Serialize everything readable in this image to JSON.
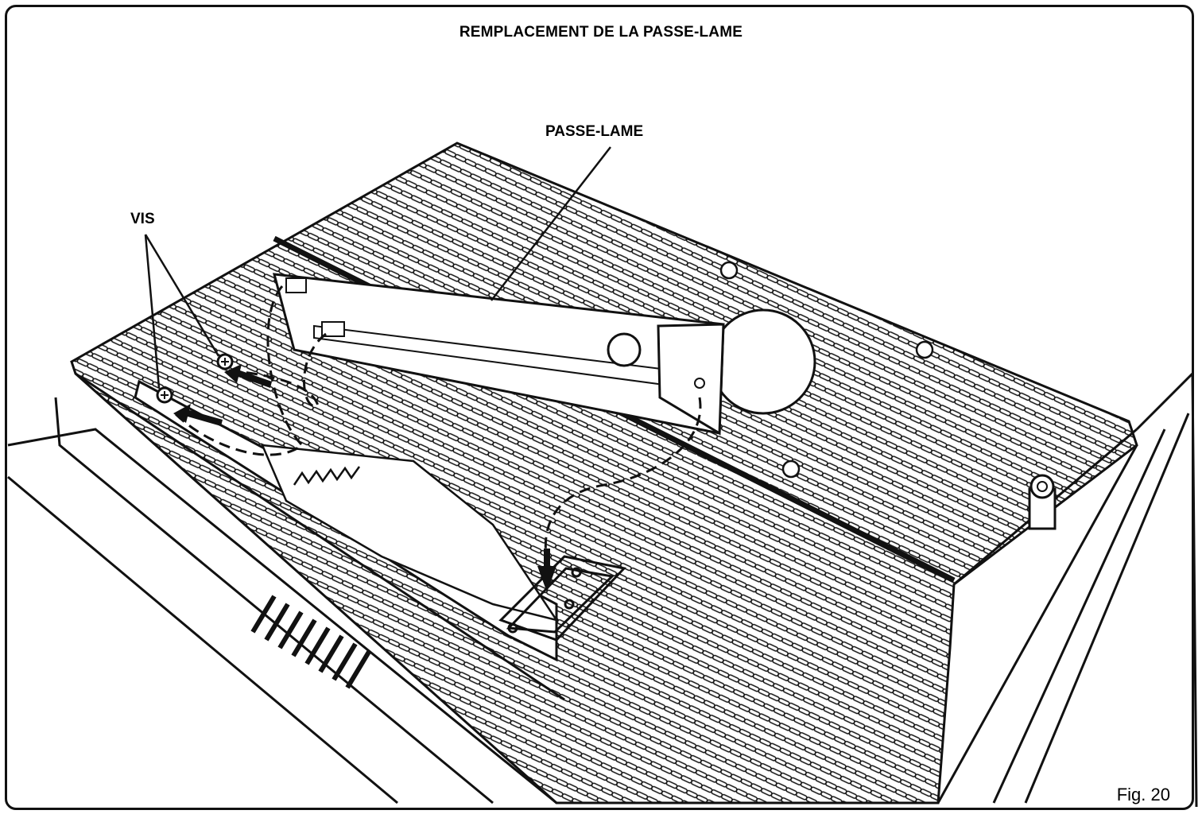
{
  "diagram": {
    "title": "REMPLACEMENT DE LA PASSE-LAME",
    "labels": {
      "blade_plate": "PASSE-LAME",
      "screws": "VIS"
    },
    "figure_number": "Fig. 20"
  }
}
